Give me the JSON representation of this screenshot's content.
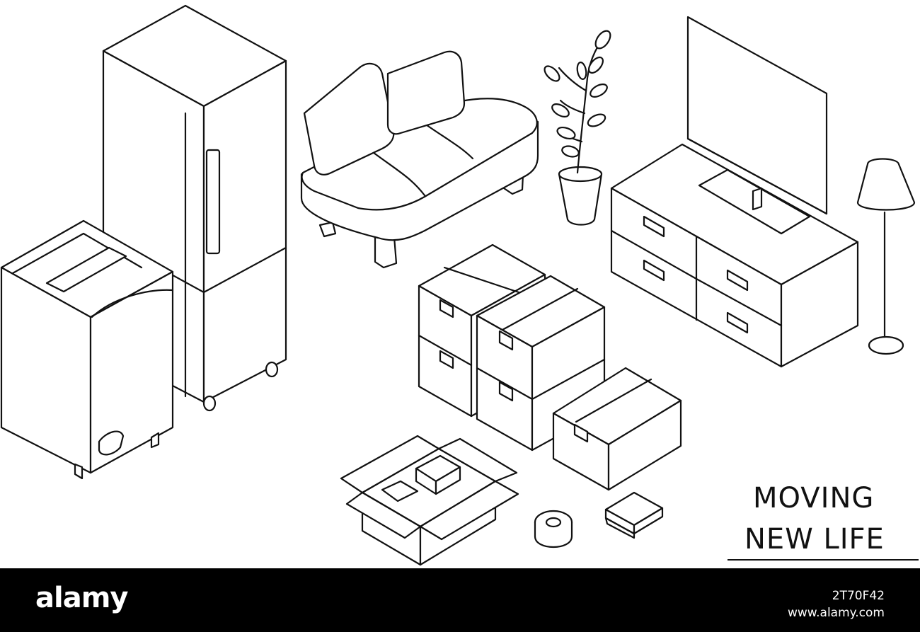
{
  "caption": {
    "line1": "MOVING",
    "line2": "NEW LIFE"
  },
  "footer": {
    "logo": "alamy",
    "image_id": "2T70F42",
    "site": "www.alamy.com"
  },
  "colors": {
    "ink": "#111111",
    "background": "#ffffff",
    "footer": "#000000"
  }
}
